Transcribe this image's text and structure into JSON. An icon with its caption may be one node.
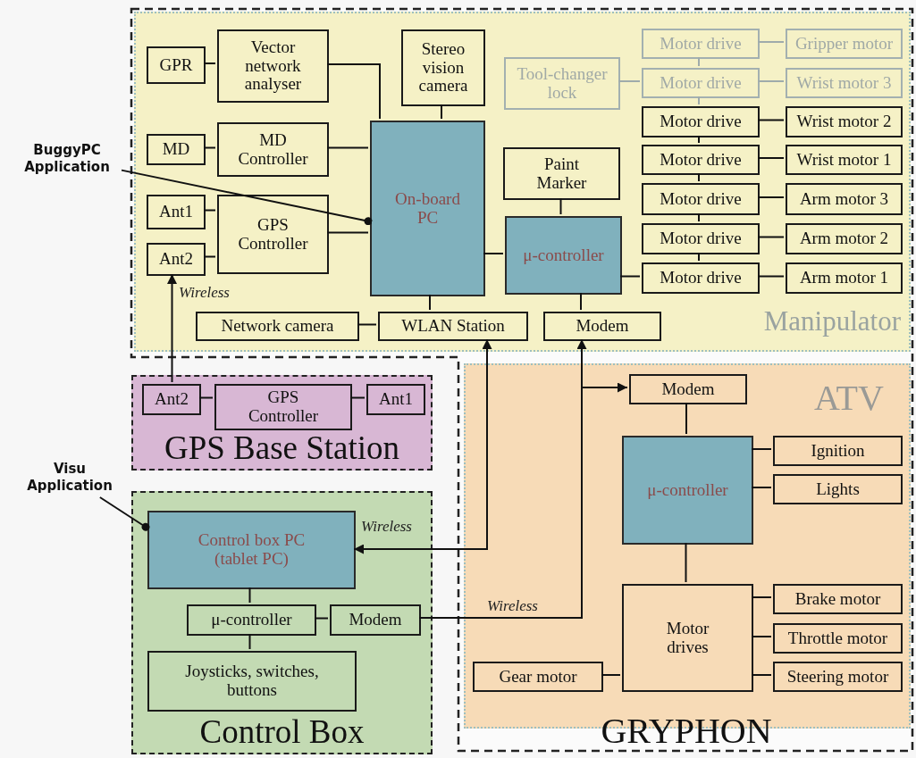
{
  "diagram": {
    "nodes": [
      {
        "text": [
          "GRYPHON"
        ]
      },
      {
        "text": [
          "Manipulator"
        ],
        "in": 0
      },
      {
        "text": [
          "GPR"
        ],
        "in": 1
      },
      {
        "text": [
          "Vector network analyser"
        ],
        "in": 1
      },
      {
        "text": [
          "Stereo vision camera"
        ],
        "in": 1
      },
      {
        "text": [
          "Tool-changer lock"
        ],
        "in": 1
      },
      {
        "text": [
          "Motor drive"
        ],
        "in": 1
      },
      {
        "text": [
          "Gripper motor"
        ],
        "in": 1
      },
      {
        "text": [
          "Motor drive"
        ],
        "in": 1
      },
      {
        "text": [
          "Wrist motor 3"
        ],
        "in": 1
      },
      {
        "text": [
          "MD"
        ],
        "in": 1
      },
      {
        "text": [
          "MD Controller"
        ],
        "in": 1
      },
      {
        "text": [
          "On-board PC"
        ],
        "in": 1
      },
      {
        "text": [
          "Paint Marker"
        ],
        "in": 1
      },
      {
        "text": [
          "Motor drive"
        ],
        "in": 1
      },
      {
        "text": [
          "Wrist motor 2"
        ],
        "in": 1
      },
      {
        "text": [
          "Motor drive"
        ],
        "in": 1
      },
      {
        "text": [
          "Wrist motor 1"
        ],
        "in": 1
      },
      {
        "text": [
          "Ant1"
        ],
        "in": 1
      },
      {
        "text": [
          "GPS Controller"
        ],
        "in": 1
      },
      {
        "text": [
          "μ-controller"
        ],
        "in": 1
      },
      {
        "text": [
          "Motor drive"
        ],
        "in": 1
      },
      {
        "text": [
          "Arm motor 3"
        ],
        "in": 1
      },
      {
        "text": [
          "Ant2"
        ],
        "in": 1
      },
      {
        "text": [
          "Motor drive"
        ],
        "in": 1
      },
      {
        "text": [
          "Arm motor 2"
        ],
        "in": 1
      },
      {
        "text": [
          "Motor drive"
        ],
        "in": 1
      },
      {
        "text": [
          "Arm motor 1"
        ],
        "in": 1
      },
      {
        "text": [
          "Network camera"
        ],
        "in": 1
      },
      {
        "text": [
          "WLAN Station"
        ],
        "in": 1
      },
      {
        "text": [
          "Modem"
        ],
        "in": 1
      },
      {
        "text": [
          "ATV"
        ],
        "in": 0
      },
      {
        "text": [
          "Modem"
        ],
        "in": 31
      },
      {
        "text": [
          "μ-controller"
        ],
        "in": 31
      },
      {
        "text": [
          "Ignition"
        ],
        "in": 31
      },
      {
        "text": [
          "Lights"
        ],
        "in": 31
      },
      {
        "text": [
          "Motor drives"
        ],
        "in": 31
      },
      {
        "text": [
          "Brake motor"
        ],
        "in": 31
      },
      {
        "text": [
          "Throttle motor"
        ],
        "in": 31
      },
      {
        "text": [
          "Gear motor"
        ],
        "in": 31
      },
      {
        "text": [
          "Steering motor"
        ],
        "in": 31
      },
      {
        "text": [
          "GPS Base Station"
        ]
      },
      {
        "text": [
          "Ant2"
        ],
        "in": 41
      },
      {
        "text": [
          "GPS Controller"
        ],
        "in": 41
      },
      {
        "text": [
          "Ant1"
        ],
        "in": 41
      },
      {
        "text": [
          "Control Box"
        ]
      },
      {
        "text": [
          "Control box PC (tablet PC)"
        ],
        "in": 45
      },
      {
        "text": [
          "μ-controller"
        ],
        "in": 45
      },
      {
        "text": [
          "Modem"
        ],
        "in": 45
      },
      {
        "text": [
          "Joysticks, switches, buttons"
        ],
        "in": 45
      },
      {
        "text": [
          "BuggyPC Application"
        ]
      },
      {
        "text": [
          "Visu Application"
        ]
      }
    ],
    "edges": [
      {
        "from": 2,
        "to": 3,
        "arrow": "none"
      },
      {
        "from": 3,
        "to": 12,
        "arrow": "none"
      },
      {
        "from": 4,
        "to": 12,
        "arrow": "none"
      },
      {
        "from": 10,
        "to": 11,
        "arrow": "none"
      },
      {
        "from": 11,
        "to": 12,
        "arrow": "none"
      },
      {
        "from": 18,
        "to": 19,
        "arrow": "none"
      },
      {
        "from": 23,
        "to": 19,
        "arrow": "none"
      },
      {
        "from": 19,
        "to": 12,
        "arrow": "none"
      },
      {
        "from": 12,
        "to": 29,
        "arrow": "none"
      },
      {
        "from": 28,
        "to": 29,
        "arrow": "none"
      },
      {
        "from": 12,
        "to": 20,
        "arrow": "none"
      },
      {
        "from": 13,
        "to": 20,
        "arrow": "none"
      },
      {
        "from": 20,
        "to": 30,
        "arrow": "none"
      },
      {
        "from": 20,
        "to": 26,
        "arrow": "none"
      },
      {
        "from": 26,
        "to": 24,
        "arrow": "none"
      },
      {
        "from": 24,
        "to": 21,
        "arrow": "none"
      },
      {
        "from": 21,
        "to": 16,
        "arrow": "none"
      },
      {
        "from": 16,
        "to": 14,
        "arrow": "none"
      },
      {
        "from": 14,
        "to": 8,
        "arrow": "none",
        "color": "#9fabab"
      },
      {
        "from": 8,
        "to": 6,
        "arrow": "none",
        "color": "#9fabab"
      },
      {
        "from": 5,
        "to": 8,
        "arrow": "none",
        "color": "#9fabab"
      },
      {
        "from": 6,
        "to": 7,
        "arrow": "none",
        "color": "#9fabab"
      },
      {
        "from": 8,
        "to": 9,
        "arrow": "none",
        "color": "#9fabab"
      },
      {
        "from": 14,
        "to": 15,
        "arrow": "none"
      },
      {
        "from": 16,
        "to": 17,
        "arrow": "none"
      },
      {
        "from": 21,
        "to": 22,
        "arrow": "none"
      },
      {
        "from": 24,
        "to": 25,
        "arrow": "none"
      },
      {
        "from": 26,
        "to": 27,
        "arrow": "none"
      },
      {
        "from": 32,
        "to": 33,
        "arrow": "none"
      },
      {
        "from": 33,
        "to": 34,
        "arrow": "none"
      },
      {
        "from": 33,
        "to": 35,
        "arrow": "none"
      },
      {
        "from": 33,
        "to": 36,
        "arrow": "none"
      },
      {
        "from": 36,
        "to": 37,
        "arrow": "none"
      },
      {
        "from": 36,
        "to": 38,
        "arrow": "none"
      },
      {
        "from": 36,
        "to": 40,
        "arrow": "none"
      },
      {
        "from": 39,
        "to": 36,
        "arrow": "none"
      },
      {
        "from": 42,
        "to": 43,
        "arrow": "none"
      },
      {
        "from": 43,
        "to": 44,
        "arrow": "none"
      },
      {
        "from": 42,
        "to": 23,
        "arrow": "to",
        "label": "Wireless"
      },
      {
        "from": 46,
        "to": 29,
        "arrow": "both",
        "label": "Wireless"
      },
      {
        "from": 48,
        "to": 30,
        "arrow": "to",
        "label": "Wireless"
      },
      {
        "from": 48,
        "to": 32,
        "arrow": "to"
      },
      {
        "from": 46,
        "to": 47,
        "arrow": "none"
      },
      {
        "from": 47,
        "to": 48,
        "arrow": "none"
      },
      {
        "from": 47,
        "to": 49,
        "arrow": "none"
      },
      {
        "from": 50,
        "to": 12,
        "arrow": "other"
      },
      {
        "from": 51,
        "to": 46,
        "arrow": "other"
      }
    ]
  }
}
